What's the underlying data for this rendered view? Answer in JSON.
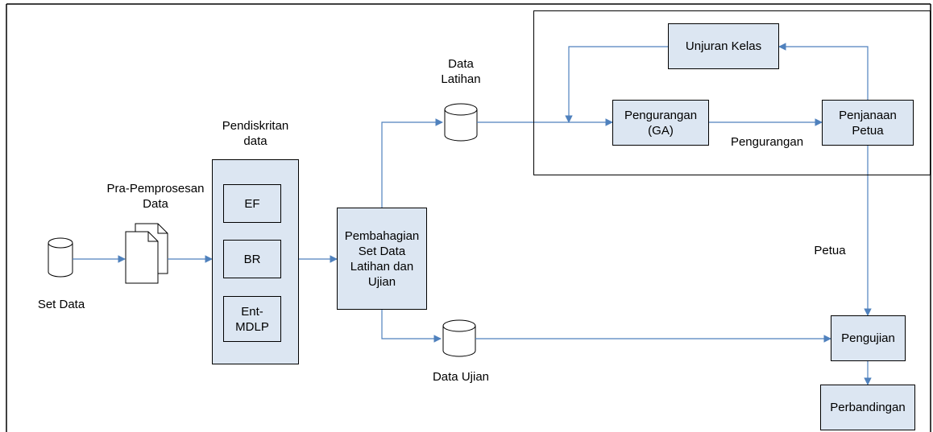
{
  "nodes": {
    "set_data": "Set Data",
    "pra_pemprosesan": "Pra-Pemprosesan\nData",
    "pendiskritan": "Pendiskritan\ndata",
    "ef": "EF",
    "br": "BR",
    "ent_mdlp": "Ent-\nMDLP",
    "pembahagian": "Pembahagian\nSet Data\nLatihan dan\nUjian",
    "data_latihan": "Data\nLatihan",
    "data_ujian": "Data Ujian",
    "unjuran_kelas": "Unjuran Kelas",
    "pengurangan_ga": "Pengurangan\n(GA)",
    "penjanaan_petua": "Penjanaan\nPetua",
    "pengujian": "Pengujian",
    "perbandingan": "Perbandingan"
  },
  "edge_labels": {
    "pengurangan": "Pengurangan",
    "petua": "Petua"
  },
  "colors": {
    "box_fill": "#dce6f2",
    "arrow": "#4f81bd",
    "border": "#000000"
  }
}
